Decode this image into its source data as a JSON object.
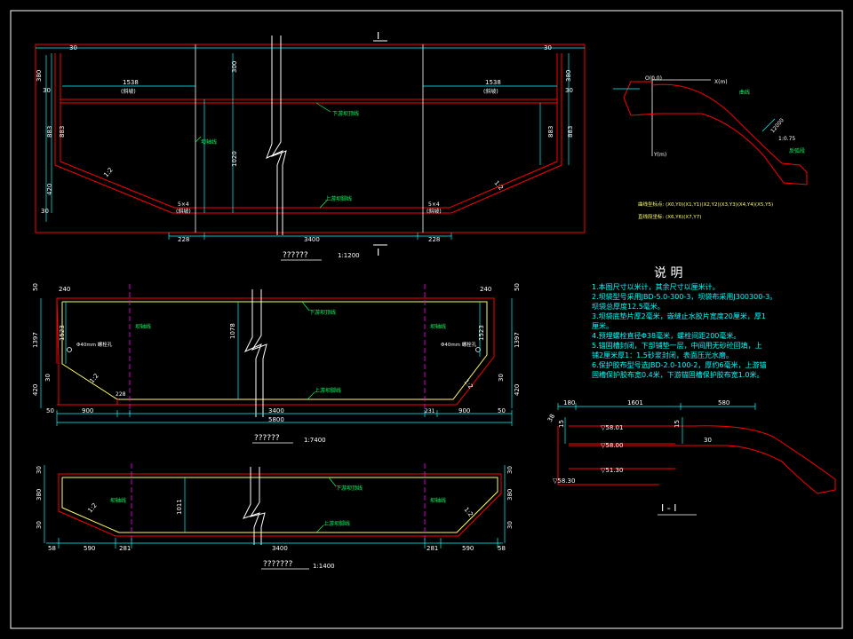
{
  "colors": {
    "background": "#000000",
    "frame": "#ffffff",
    "outline": "#ff0000",
    "dimension": "#00ffff",
    "text": "#ffffff",
    "leader": "#00ff66",
    "axis": "#ff00ff",
    "liner": "#ffff00"
  },
  "section_mark": {
    "top": "I",
    "bottom": "I"
  },
  "top_view": {
    "caption": "??????",
    "scale": "1:1200",
    "dims": {
      "edge_left": "30",
      "edge_right": "30",
      "h1_left": "380",
      "h1_right": "380",
      "w_left": "1538",
      "w_left_sub": "(斜坡)",
      "w_right": "1538",
      "w_right_sub": "(斜坡)",
      "side30_left": "30",
      "side30_right": "30",
      "mid_left": "883",
      "mid_right": "883",
      "low_left": "420",
      "bottom30_left": "30",
      "centre_h": "1020",
      "centre_v": "300",
      "corner_left": "5×4",
      "corner_left_sub": "(斜坡)",
      "corner_right": "5×4",
      "corner_right_sub": "(斜坡)",
      "slope_left": "1:2",
      "slope_right": "1:2",
      "base_left": "228",
      "base_mid": "3400",
      "base_right": "228"
    },
    "labels": {
      "upper_dike": "下游坝顶线",
      "axis": "坝轴线",
      "lower_dike": "上游坝脚线"
    }
  },
  "middle_view": {
    "caption": "??????",
    "scale": "1:7400",
    "dims": {
      "top_left": "240",
      "top_right": "240",
      "left_h": "1397",
      "right_h": "1397",
      "v50_left": "50",
      "v50_right": "50",
      "inner_left": "1523",
      "inner_right": "1523",
      "bolt_left": "Φ40mm 螺栓孔",
      "bolt_right": "Φ40mm 螺栓孔",
      "slope_left": "1:2",
      "slope_right": "1:2",
      "left_low": "420",
      "right_low": "420",
      "left_30": "30",
      "right_30": "30",
      "corner_left": "228",
      "corner_right": "231",
      "centre_h": "1078",
      "seg_left": "50",
      "seg_1": "900",
      "seg_2": "3400",
      "seg_3": "900",
      "seg_right": "50",
      "total": "5800"
    },
    "labels": {
      "left_axis": "坝轴线",
      "right_axis": "坝轴线",
      "upper": "下游坝顶线",
      "lower": "上游坝脚线"
    }
  },
  "bottom_view": {
    "caption": "???????",
    "scale": "1:1400",
    "dims": {
      "left_h1": "30",
      "left_h2": "380",
      "left_h3": "30",
      "right_h1": "30",
      "right_h2": "380",
      "right_h3": "30",
      "seg_a": "58",
      "seg_b": "590",
      "seg_c": "281",
      "seg_d": "3400",
      "seg_e": "281",
      "seg_f": "590",
      "seg_g": "58",
      "centre_h": "1011",
      "slope_left": "1:2",
      "slope_right": "1:2"
    },
    "labels": {
      "left_axis": "坝轴线",
      "right_axis": "坝轴线",
      "upper": "下游坝顶线",
      "lower": "上游坝脚线"
    }
  },
  "profile": {
    "axis_x_label": "X(m)",
    "axis_y_label": "Y(m)",
    "origin": "O(0,0)",
    "curve_label": "曲线",
    "slope_label": "1:0.75",
    "dim_label": "12000",
    "toe_label": "反弧段",
    "coords_line1": "曲线坐标点: (X0,Y0)(X1,Y1)(X2,Y2)(X3,Y3)(X4,Y4)(X5,Y5)",
    "coords_line2": "直线段坐标: (X6,Y6)(X7,Y7)"
  },
  "notes": {
    "title": "说  明",
    "items": [
      "1.本图尺寸以米计，其余尺寸以厘米计。",
      "2.坝袋型号采用JBD-5.0-300-3，坝袋布采用J300300-3。",
      "  坝袋总厚度12.5毫米。",
      "3.坝袋底垫片厚2毫米，嵌缝止水胶片宽度20厘米，厚1",
      "  厘米。",
      "4.预埋螺栓直径Φ38毫米，螺栓间距200毫米。",
      "5.锚固槽封闭，下部铺垫一层，中间用无砂砼回填，上",
      "  铺2厘米厚1：1.5砂浆封闭，表面压光水磨。",
      "6.保护胶布型号选JBD-2.0-100-2，厚约6毫米，上游锚",
      "  固槽保护胶布宽0.4米，下游锚固槽保护胶布宽1.0米。"
    ]
  },
  "section": {
    "title": "I - I",
    "dim_a": "180",
    "dim_b": "1601",
    "dim_c": "580",
    "dim_d": "15",
    "dim_e": "15",
    "dim_f": "30",
    "dim_g": "38",
    "lv1": "▽58.01",
    "lv2": "▽58.00",
    "lv3": "▽51.30",
    "lv4": "▽58.30"
  }
}
